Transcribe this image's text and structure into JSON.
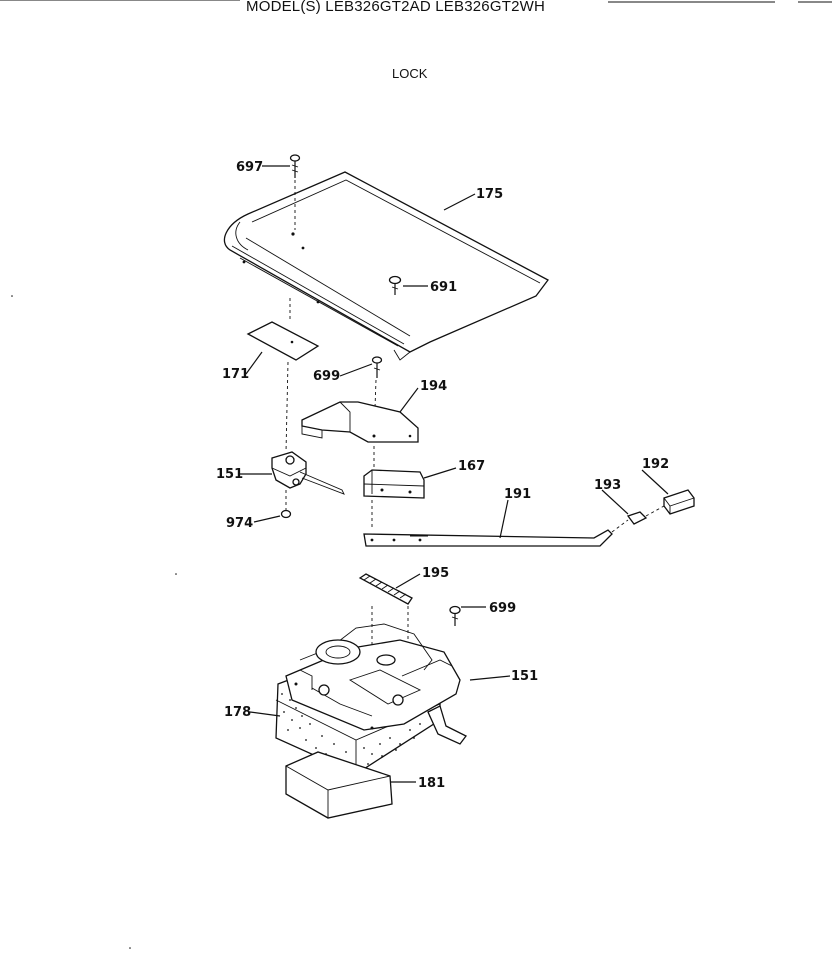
{
  "header": {
    "model_text": "MODEL(S) LEB326GT2AD  LEB326GT2WH",
    "section_title": "LOCK"
  },
  "callouts": {
    "p697": "697",
    "p175": "175",
    "p691": "691",
    "p171": "171",
    "p699a": "699",
    "p194": "194",
    "p151a": "151",
    "p167": "167",
    "p192": "192",
    "p193": "193",
    "p191": "191",
    "p974": "974",
    "p195": "195",
    "p699b": "699",
    "p151b": "151",
    "p178": "178",
    "p181": "181"
  }
}
